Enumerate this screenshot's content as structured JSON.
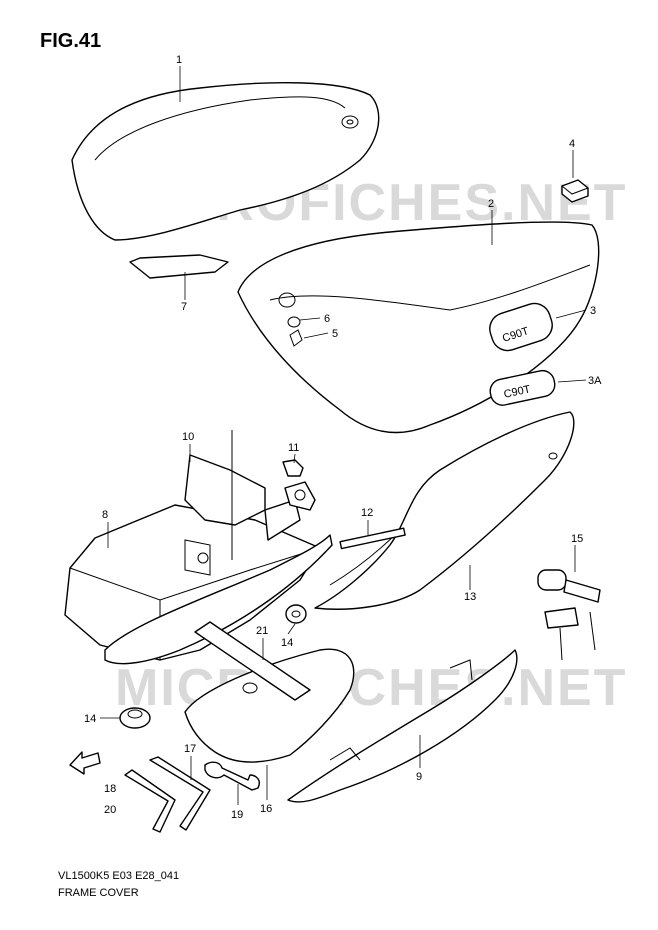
{
  "figure": {
    "title": "FIG.41"
  },
  "watermark": "MICROFICHES.NET",
  "callouts": [
    "1",
    "2",
    "3",
    "3A",
    "4",
    "5",
    "6",
    "7",
    "8",
    "9",
    "10",
    "11",
    "12",
    "13",
    "14",
    "14",
    "15",
    "16",
    "17",
    "18",
    "19",
    "20",
    "21"
  ],
  "emblem_text": "C90T",
  "footer": {
    "code": "VL1500K5 E03 E28_041",
    "title": "FRAME COVER"
  },
  "colors": {
    "line": "#000000",
    "watermark": "#d9d9d9",
    "background": "#ffffff"
  }
}
